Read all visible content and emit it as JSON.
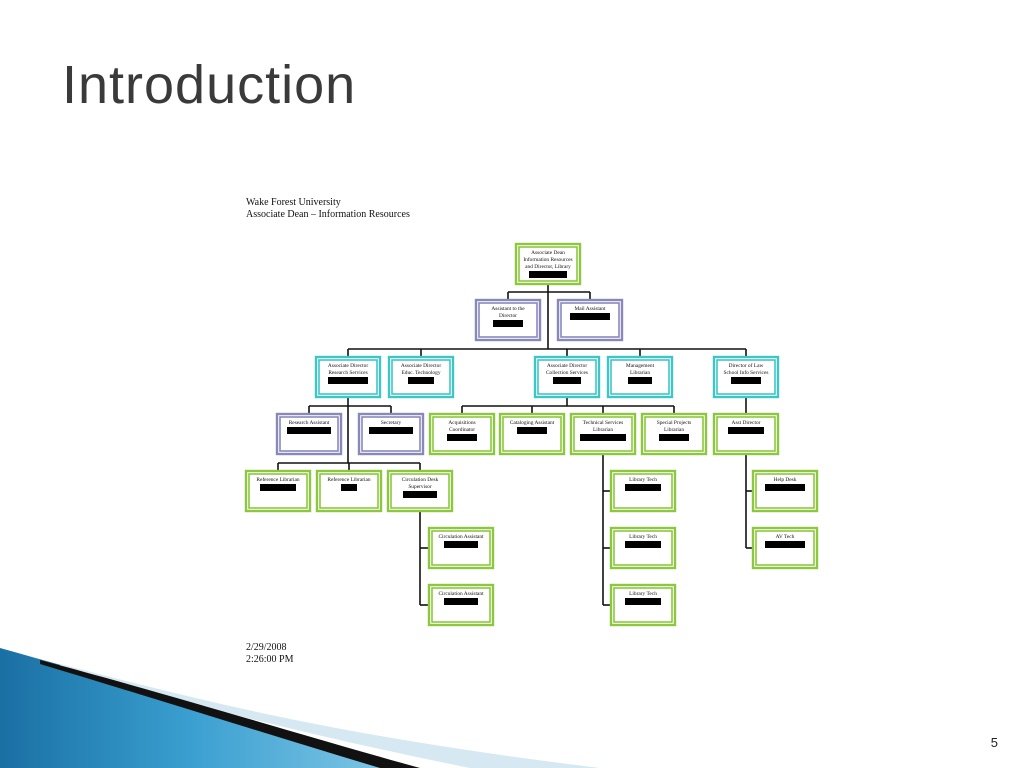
{
  "slide": {
    "title": "Introduction",
    "page_number": "5"
  },
  "chart": {
    "header_line1": "Wake Forest University",
    "header_line2": "Associate Dean – Information Resources",
    "date": "2/29/2008",
    "time": "2:26:00 PM"
  },
  "colors": {
    "green": "#8dc63f",
    "teal": "#3ec6c6",
    "purple": "#8888bb",
    "redaction": "#000000",
    "deco_blue": "#1f7fb8",
    "deco_light": "#d6e8f2"
  },
  "nodes": [
    {
      "id": "dean",
      "lines": [
        "Associate Dean",
        "Information Resources",
        "and Director, Library"
      ],
      "color": "green"
    },
    {
      "id": "asst-director",
      "lines": [
        "Assistant to the",
        "Director"
      ],
      "color": "purple"
    },
    {
      "id": "mail-asst",
      "lines": [
        "Mail Assistant"
      ],
      "color": "purple"
    },
    {
      "id": "ad-research",
      "lines": [
        "Associate Director",
        "Research Services"
      ],
      "color": "teal"
    },
    {
      "id": "ad-edtech",
      "lines": [
        "Associate Director",
        "Educ. Technology"
      ],
      "color": "teal"
    },
    {
      "id": "ad-collection",
      "lines": [
        "Associate Director",
        "Collection Services"
      ],
      "color": "teal"
    },
    {
      "id": "mgmt-librarian",
      "lines": [
        "Management",
        "Librarian"
      ],
      "color": "teal"
    },
    {
      "id": "dir-law",
      "lines": [
        "Director of Law",
        "School Info Services"
      ],
      "color": "teal"
    },
    {
      "id": "research-asst",
      "lines": [
        "Research Assistant"
      ],
      "color": "purple"
    },
    {
      "id": "secretary",
      "lines": [
        "Secretary"
      ],
      "color": "purple"
    },
    {
      "id": "acq-coord",
      "lines": [
        "Acquisitions",
        "Coordinator"
      ],
      "color": "green"
    },
    {
      "id": "cat-asst",
      "lines": [
        "Cataloging Assistant"
      ],
      "color": "green"
    },
    {
      "id": "tech-serv",
      "lines": [
        "Technical Services",
        "Librarian"
      ],
      "color": "green"
    },
    {
      "id": "special-proj",
      "lines": [
        "Special Projects",
        "Librarian"
      ],
      "color": "green"
    },
    {
      "id": "asst-director-law",
      "lines": [
        "Asst Director"
      ],
      "color": "green"
    },
    {
      "id": "ref-lib-1",
      "lines": [
        "Reference Librarian"
      ],
      "color": "green"
    },
    {
      "id": "ref-lib-2",
      "lines": [
        "Reference Librarian"
      ],
      "color": "green"
    },
    {
      "id": "circ-desk",
      "lines": [
        "Circulation Desk",
        "Supervisor"
      ],
      "color": "green"
    },
    {
      "id": "circ-asst-1",
      "lines": [
        "Circulation Assistant"
      ],
      "color": "green"
    },
    {
      "id": "circ-asst-2",
      "lines": [
        "Circulation Assistant"
      ],
      "color": "green"
    },
    {
      "id": "lib-tech-1",
      "lines": [
        "Library Tech"
      ],
      "color": "green"
    },
    {
      "id": "lib-tech-2",
      "lines": [
        "Library Tech"
      ],
      "color": "green"
    },
    {
      "id": "lib-tech-3",
      "lines": [
        "Library Tech"
      ],
      "color": "green"
    },
    {
      "id": "help-desk",
      "lines": [
        "Help Desk"
      ],
      "color": "green"
    },
    {
      "id": "av-tech",
      "lines": [
        "AV Tech"
      ],
      "color": "green"
    }
  ]
}
